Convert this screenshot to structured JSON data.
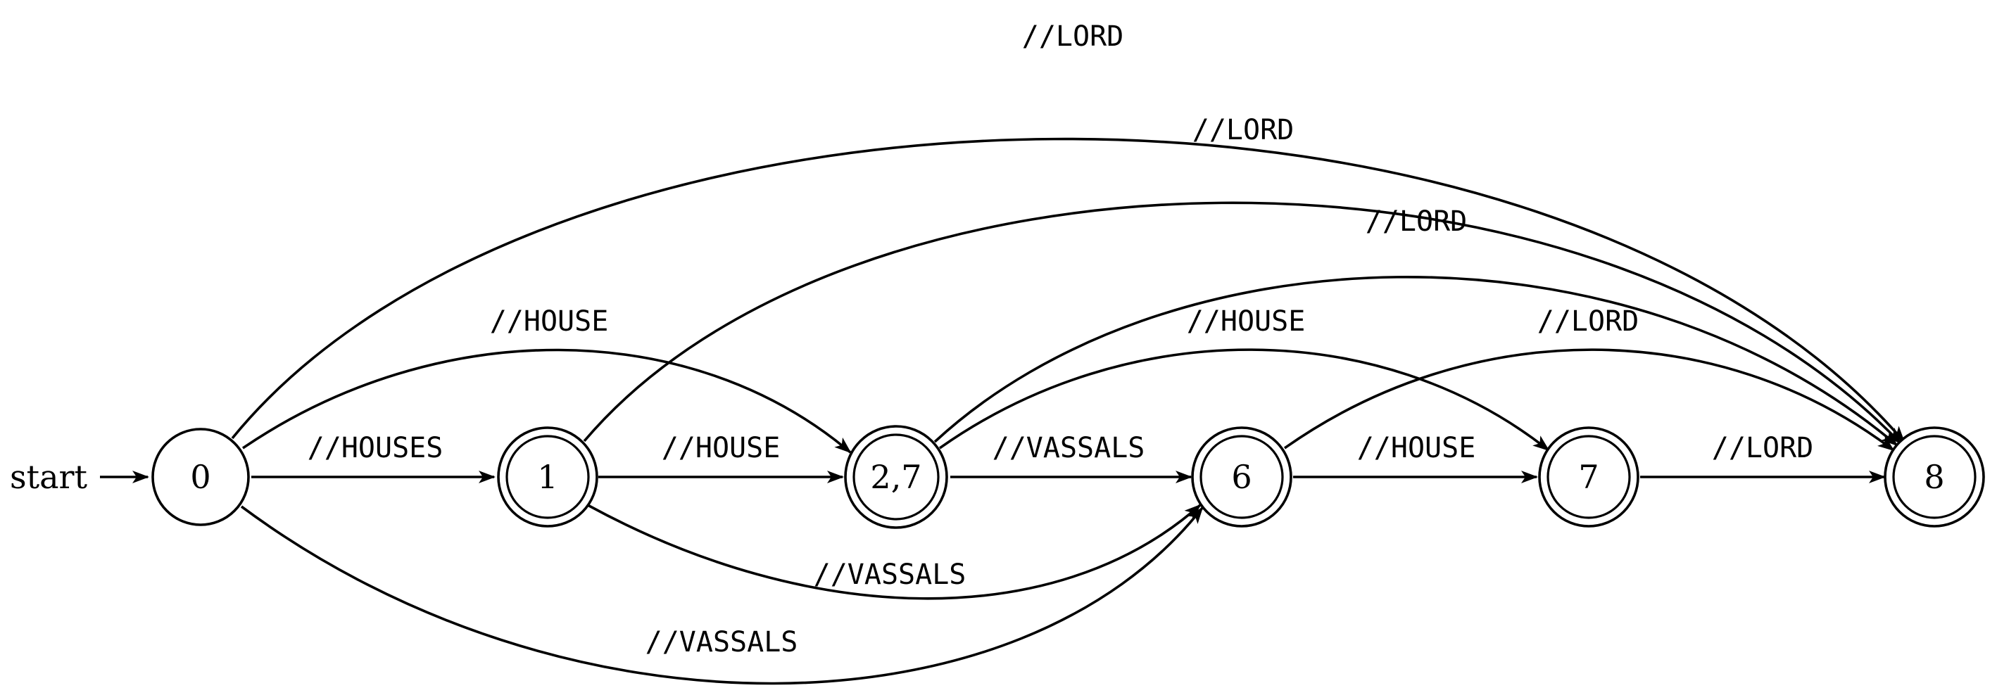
{
  "start_label": "start",
  "states": [
    {
      "id": "s0",
      "label": "0",
      "accepting": false
    },
    {
      "id": "s1",
      "label": "1",
      "accepting": true
    },
    {
      "id": "s27",
      "label": "2,7",
      "accepting": true
    },
    {
      "id": "s6",
      "label": "6",
      "accepting": true
    },
    {
      "id": "s7",
      "label": "7",
      "accepting": true
    },
    {
      "id": "s8",
      "label": "8",
      "accepting": true
    }
  ],
  "edges": [
    {
      "from": "0",
      "to": "1",
      "label": "//HOUSES"
    },
    {
      "from": "1",
      "to": "2,7",
      "label": "//HOUSE"
    },
    {
      "from": "2,7",
      "to": "6",
      "label": "//VASSALS"
    },
    {
      "from": "6",
      "to": "7",
      "label": "//HOUSE"
    },
    {
      "from": "7",
      "to": "8",
      "label": "//LORD"
    },
    {
      "from": "0",
      "to": "2,7",
      "label": "//HOUSE"
    },
    {
      "from": "2,7",
      "to": "7",
      "label": "//HOUSE"
    },
    {
      "from": "6",
      "to": "8",
      "label": "//LORD"
    },
    {
      "from": "2,7",
      "to": "8",
      "label": "//LORD"
    },
    {
      "from": "1",
      "to": "8",
      "label": "//LORD"
    },
    {
      "from": "0",
      "to": "8",
      "label": "//LORD"
    },
    {
      "from": "1",
      "to": "6",
      "label": "//VASSALS"
    },
    {
      "from": "0",
      "to": "6",
      "label": "//VASSALS"
    }
  ]
}
